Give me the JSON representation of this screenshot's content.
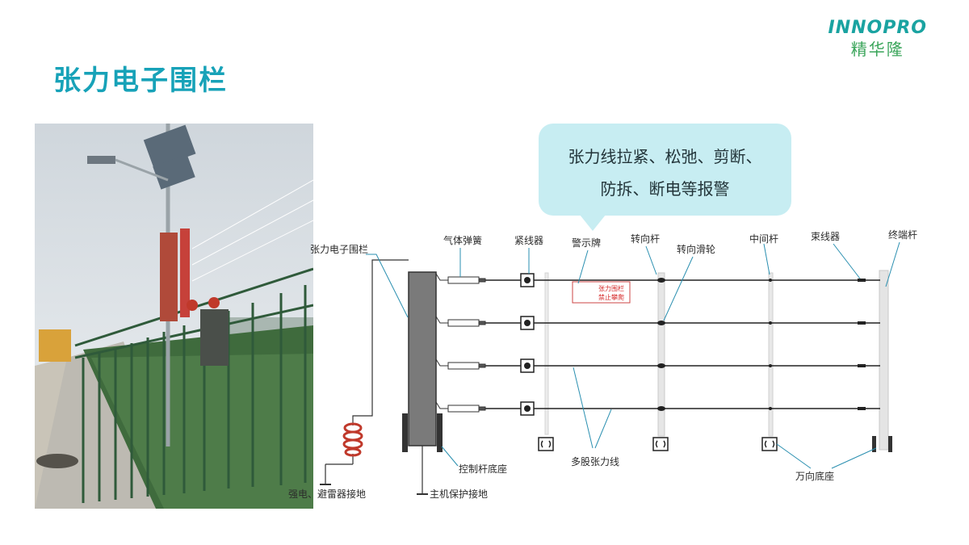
{
  "page": {
    "title": "张力电子围栏"
  },
  "brand": {
    "name_en": "INNOPRO",
    "name_cn": "精华隆"
  },
  "callout": {
    "line1": "张力线拉紧、松弛、剪断、",
    "line2": "防拆、断电等报警"
  },
  "labels": {
    "fence": "张力电子围栏",
    "spring": "气体弹簧",
    "tightener": "紧线器",
    "warning_sign": "警示牌",
    "turn_pole": "转向杆",
    "turn_pulley": "转向滑轮",
    "middle_pole": "中间杆",
    "bundler": "束线器",
    "end_pole": "终端杆",
    "control_base": "控制杆底座",
    "multi_wire": "多股张力线",
    "universal_base": "万向底座",
    "host_ground": "主机保护接地",
    "lightning_ground": "强电、避雷器接地"
  },
  "sign": {
    "line1": "张力围栏",
    "line2": "禁止攀爬"
  },
  "colors": {
    "title": "#17a2b8",
    "logo_en": "#1aa3a1",
    "logo_cn": "#3aa55a",
    "callout_bg": "#c7edf2",
    "insulator": "#c0392b",
    "sign_text": "#d62b2b"
  }
}
